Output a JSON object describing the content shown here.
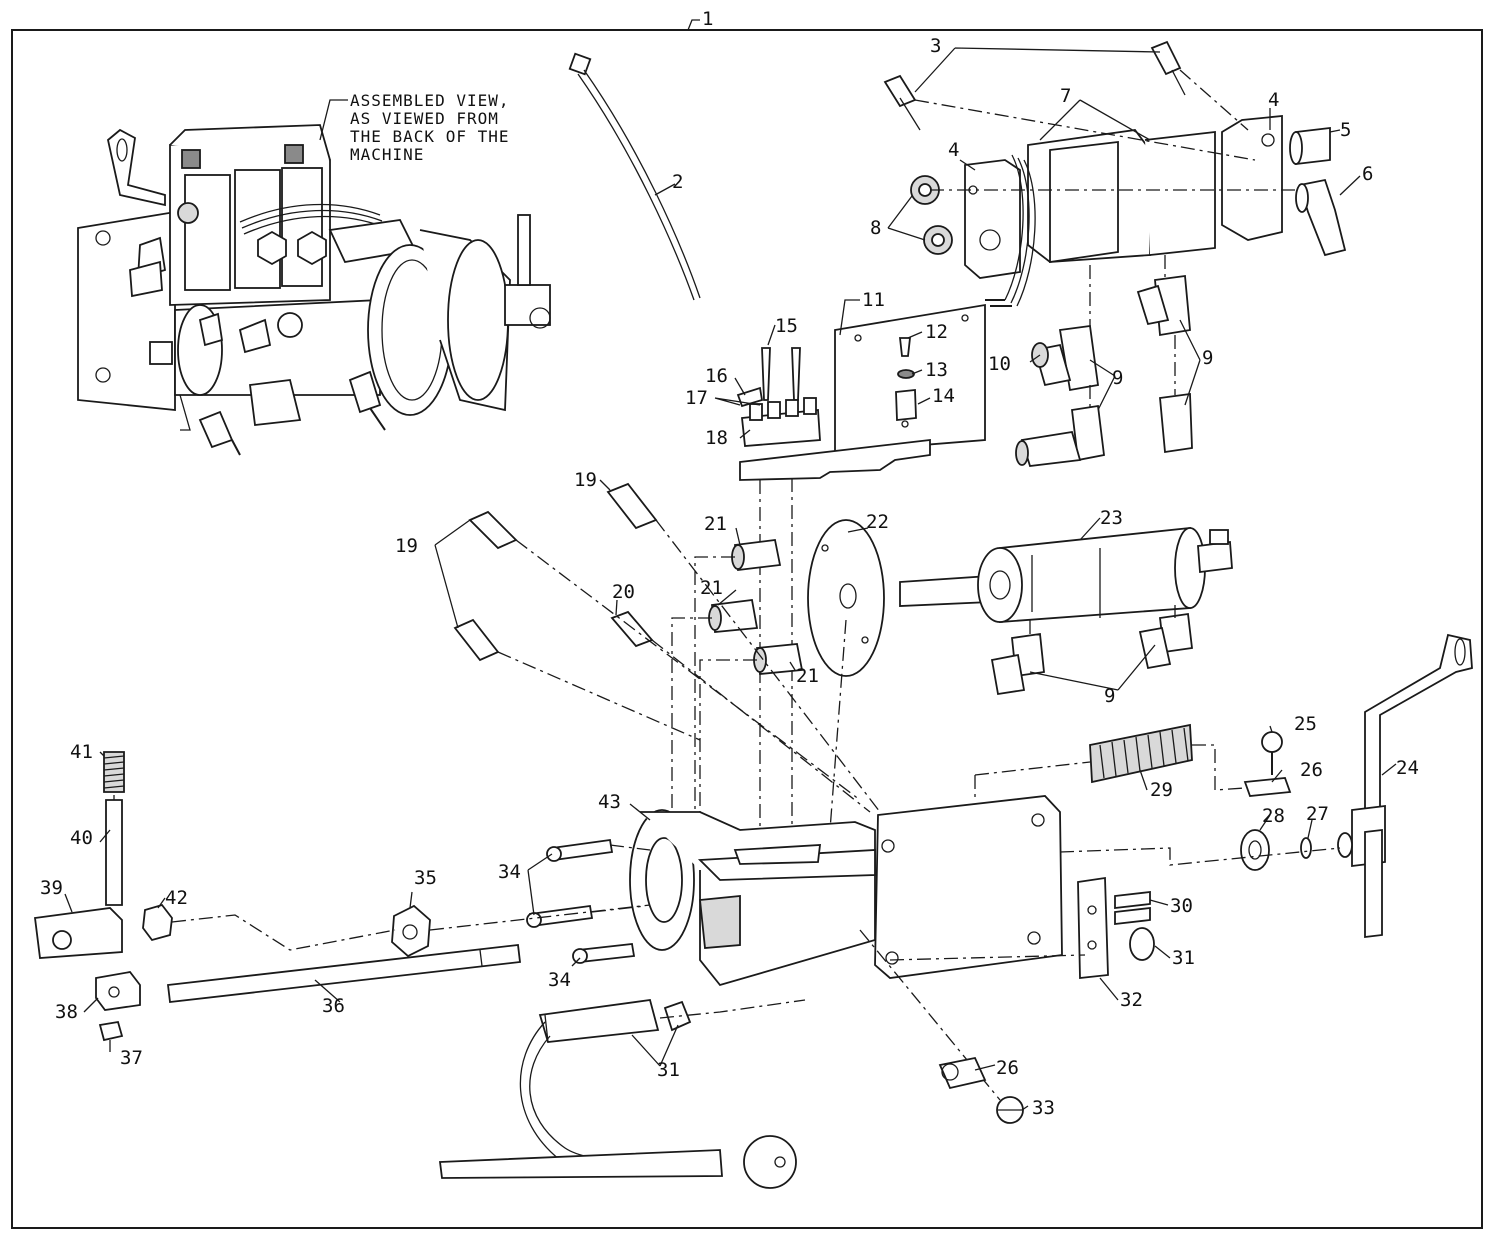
{
  "figure": {
    "sheet_number": "1",
    "assembled_caption": [
      "ASSEMBLED VIEW,",
      "AS VIEWED FROM",
      "THE BACK OF THE",
      "MACHINE"
    ]
  },
  "callouts": [
    {
      "id": "c3",
      "text": "3"
    },
    {
      "id": "c4a",
      "text": "4"
    },
    {
      "id": "c4b",
      "text": "4"
    },
    {
      "id": "c5",
      "text": "5"
    },
    {
      "id": "c6",
      "text": "6"
    },
    {
      "id": "c7",
      "text": "7"
    },
    {
      "id": "c8",
      "text": "8"
    },
    {
      "id": "c2",
      "text": "2"
    },
    {
      "id": "c11",
      "text": "11"
    },
    {
      "id": "c12",
      "text": "12"
    },
    {
      "id": "c13",
      "text": "13"
    },
    {
      "id": "c14",
      "text": "14"
    },
    {
      "id": "c15",
      "text": "15"
    },
    {
      "id": "c16",
      "text": "16"
    },
    {
      "id": "c17",
      "text": "17"
    },
    {
      "id": "c18",
      "text": "18"
    },
    {
      "id": "c10",
      "text": "10"
    },
    {
      "id": "c9a",
      "text": "9"
    },
    {
      "id": "c9b",
      "text": "9"
    },
    {
      "id": "c9c",
      "text": "9"
    },
    {
      "id": "c19a",
      "text": "19"
    },
    {
      "id": "c19b",
      "text": "19"
    },
    {
      "id": "c20",
      "text": "20"
    },
    {
      "id": "c21a",
      "text": "21"
    },
    {
      "id": "c21b",
      "text": "21"
    },
    {
      "id": "c21c",
      "text": "21"
    },
    {
      "id": "c22",
      "text": "22"
    },
    {
      "id": "c23",
      "text": "23"
    },
    {
      "id": "c24",
      "text": "24"
    },
    {
      "id": "c25",
      "text": "25"
    },
    {
      "id": "c26a",
      "text": "26"
    },
    {
      "id": "c26b",
      "text": "26"
    },
    {
      "id": "c27",
      "text": "27"
    },
    {
      "id": "c28",
      "text": "28"
    },
    {
      "id": "c29",
      "text": "29"
    },
    {
      "id": "c30",
      "text": "30"
    },
    {
      "id": "c31a",
      "text": "31"
    },
    {
      "id": "c31b",
      "text": "31"
    },
    {
      "id": "c32",
      "text": "32"
    },
    {
      "id": "c33",
      "text": "33"
    },
    {
      "id": "c34a",
      "text": "34"
    },
    {
      "id": "c34b",
      "text": "34"
    },
    {
      "id": "c35",
      "text": "35"
    },
    {
      "id": "c36",
      "text": "36"
    },
    {
      "id": "c37",
      "text": "37"
    },
    {
      "id": "c38",
      "text": "38"
    },
    {
      "id": "c39",
      "text": "39"
    },
    {
      "id": "c40",
      "text": "40"
    },
    {
      "id": "c41",
      "text": "41"
    },
    {
      "id": "c42",
      "text": "42"
    },
    {
      "id": "c43",
      "text": "43"
    }
  ]
}
